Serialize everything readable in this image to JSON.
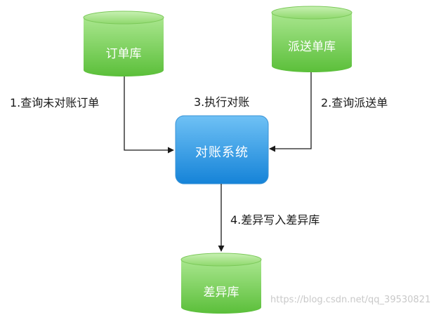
{
  "diagram": {
    "nodes": {
      "order_db": {
        "label": "订单库"
      },
      "dispatch_db": {
        "label": "派送单库"
      },
      "system": {
        "label": "对账系统"
      },
      "diff_db": {
        "label": "差异库"
      }
    },
    "edges": {
      "e1": {
        "label": "1.查询未对账订单"
      },
      "e2": {
        "label": "2.查询派送单"
      },
      "e3": {
        "label": "3.执行对账"
      },
      "e4": {
        "label": "4.差异写入差异库"
      }
    }
  },
  "colors": {
    "db_fill_light": "#a9e68e",
    "db_fill_dark": "#5bbf3a",
    "system_fill_light": "#6fc1f5",
    "system_fill_dark": "#1583d8",
    "arrow": "#1a1a1a"
  },
  "watermark": "https://blog.csdn.net/qq_39530821"
}
